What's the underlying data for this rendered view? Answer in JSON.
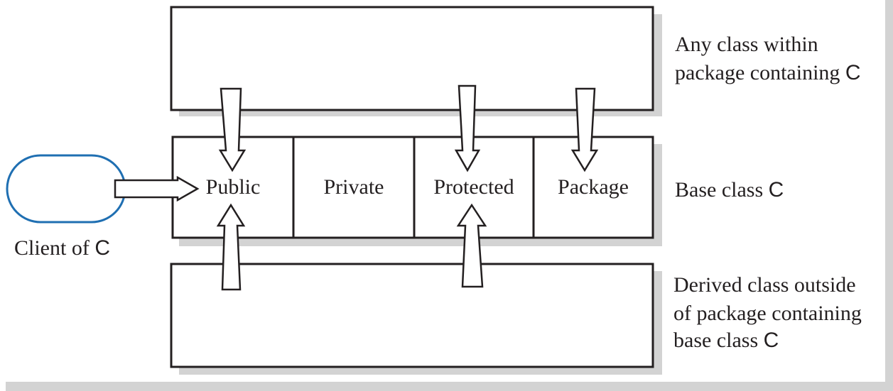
{
  "cells": [
    "Public",
    "Private",
    "Protected",
    "Package"
  ],
  "labels": {
    "top_line1": "Any class within",
    "top_line2": "package containing",
    "middle": "Base class",
    "bottom_line1": "Derived class outside",
    "bottom_line2": "of package containing",
    "bottom_line3": "base class",
    "client": "Client of",
    "class_name": "C"
  },
  "colors": {
    "line": "#231f20",
    "shadow": "#d3d3d3",
    "client_oval": "#1f6fb2"
  }
}
